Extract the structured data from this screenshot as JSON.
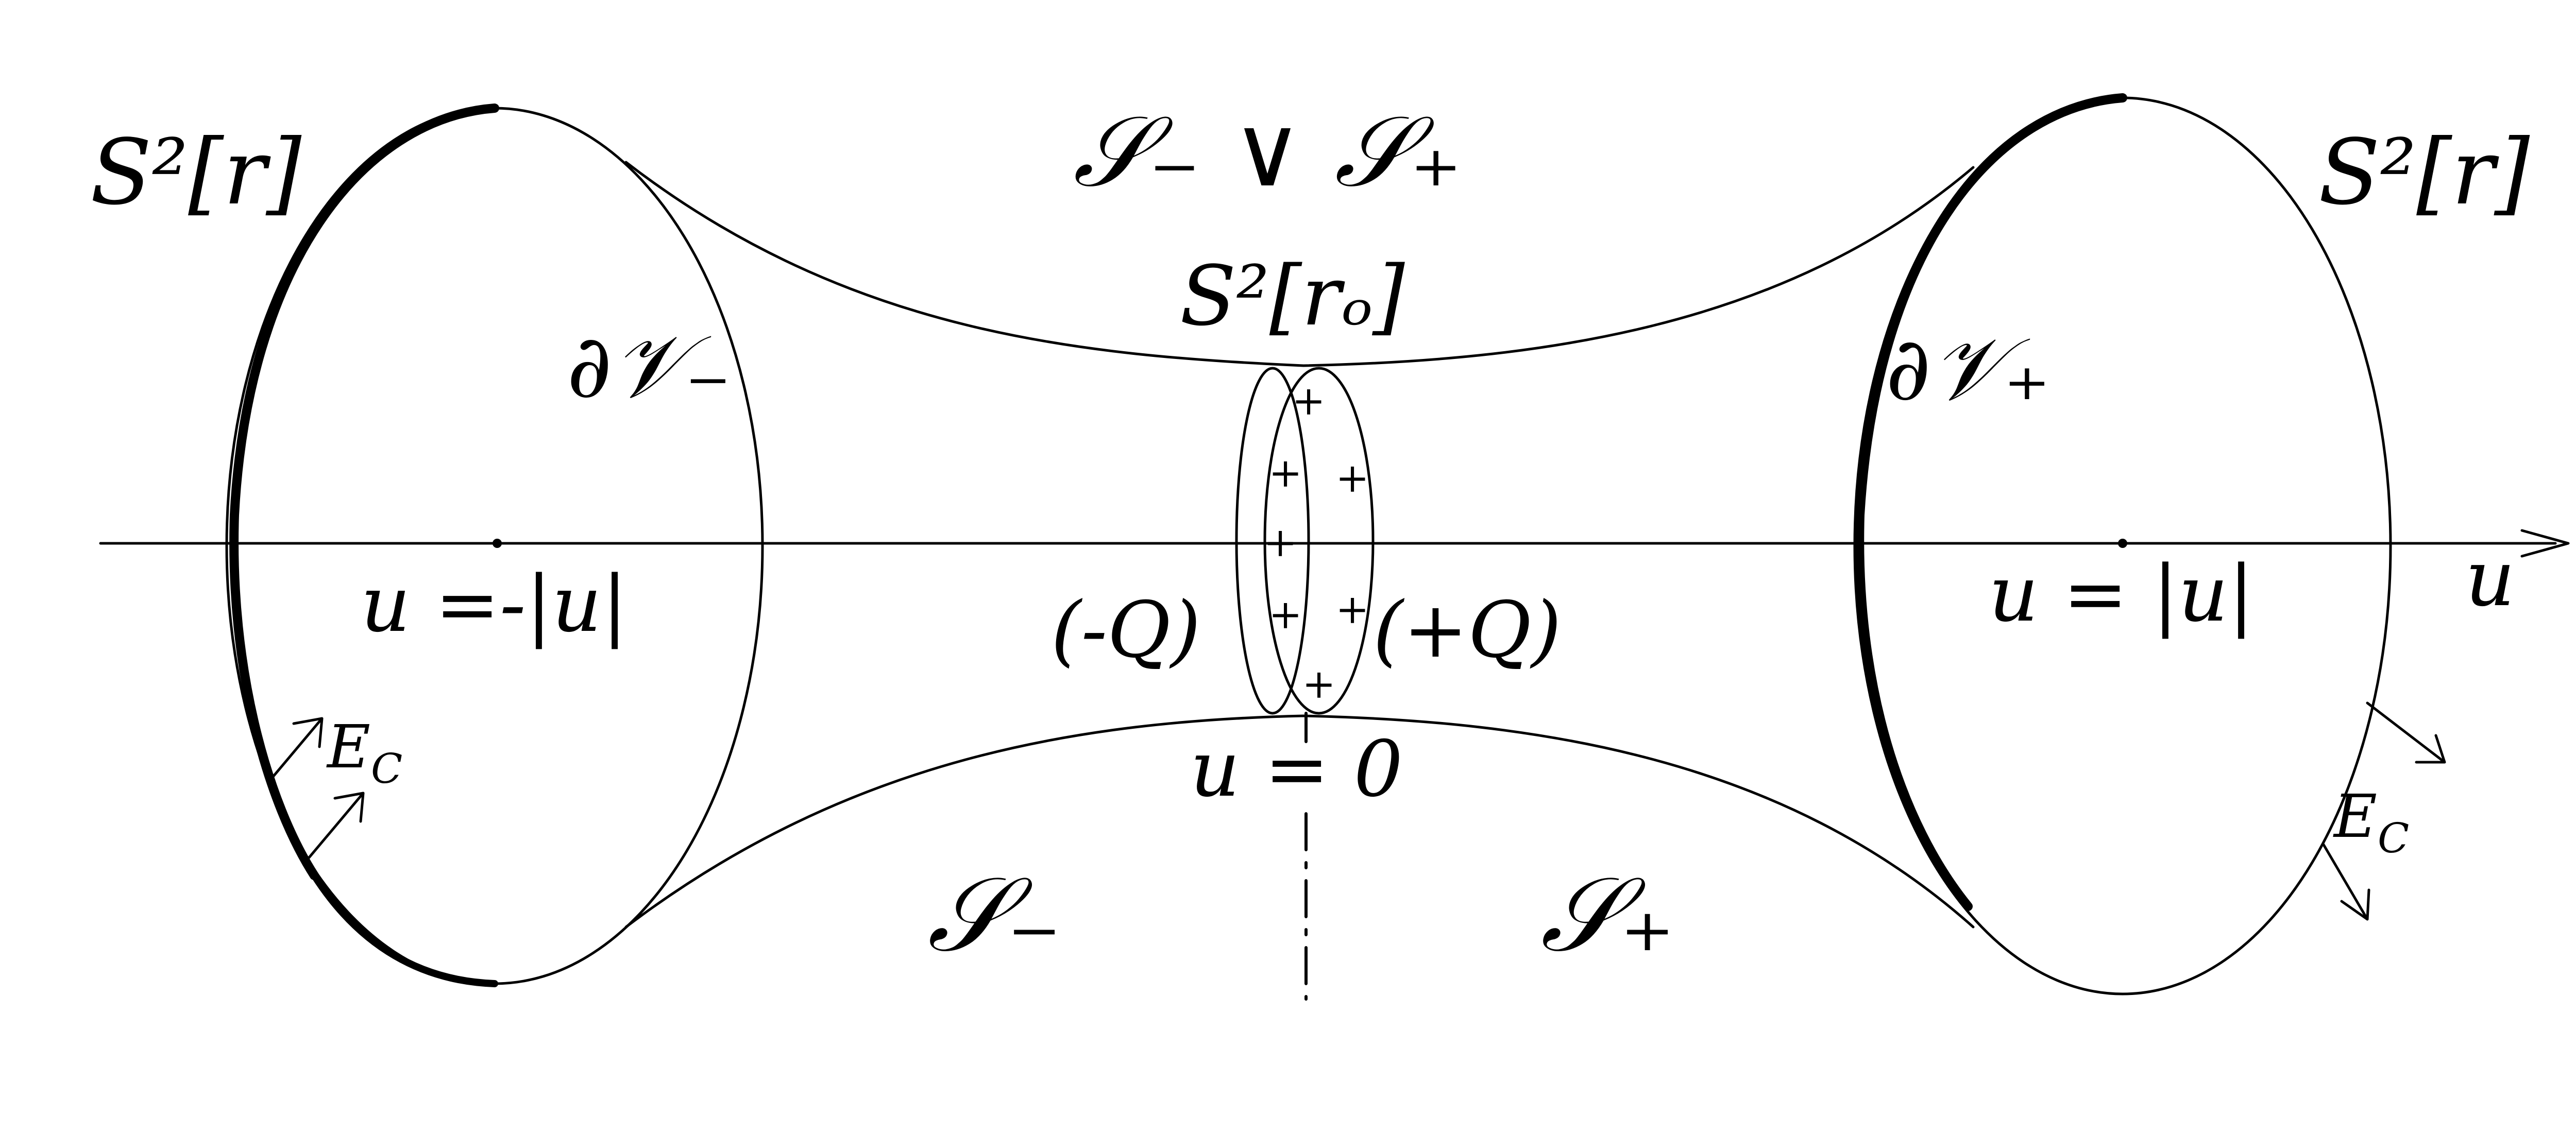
{
  "labels": {
    "top_wedge": "𝒮₋ ∨ 𝒮₊",
    "left_sphere": "S²[r]",
    "right_sphere": "S²[r]",
    "throat_sphere": "S²[rₒ]",
    "left_boundary": "∂𝒱₋",
    "right_boundary": "∂𝒱₊",
    "left_u": "u =-|u|",
    "right_u": "u = |u|",
    "center_u": "u = 0",
    "axis_u": "u",
    "minus_q": "(-Q)",
    "plus_q": "(+Q)",
    "e_left": "E",
    "e_left_sub": "C",
    "e_right": "E",
    "e_right_sub": "C",
    "s_minus": "𝒮₋",
    "s_plus": "𝒮₊"
  },
  "charges": [
    "+",
    "+",
    "+",
    "+",
    "+",
    "+",
    "+"
  ],
  "colors": {
    "ink": "#000000",
    "background": "#ffffff"
  }
}
